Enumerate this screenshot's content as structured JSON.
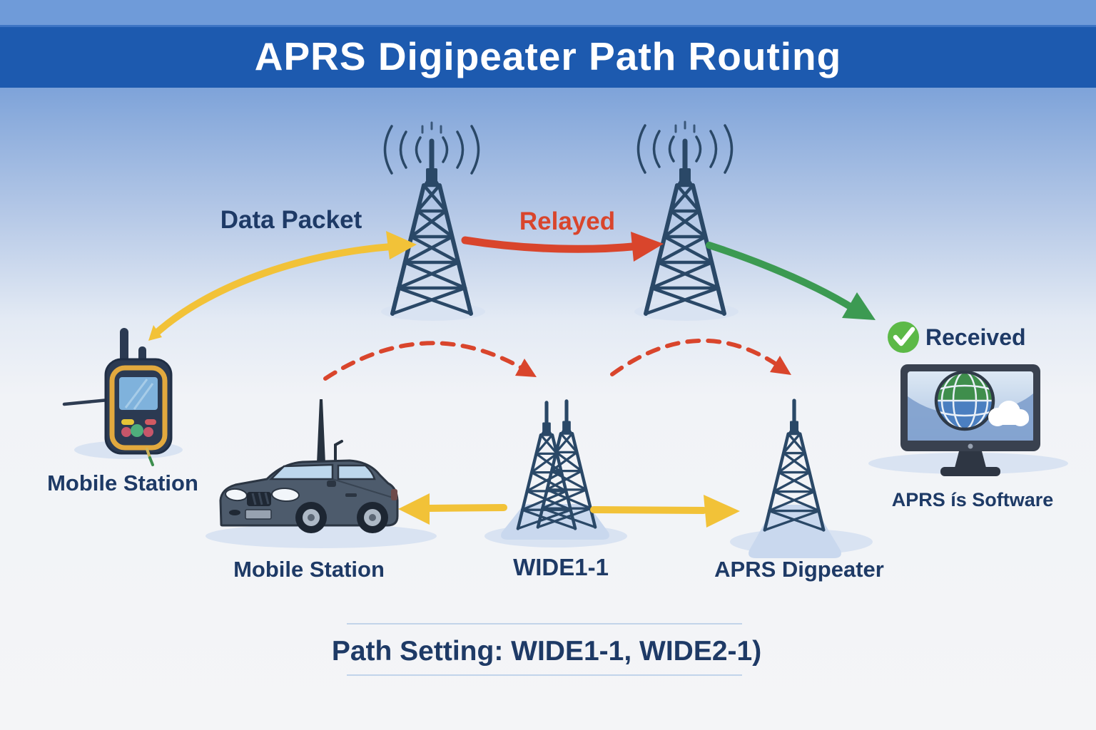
{
  "header": {
    "title": "APRS Digipeater Path Routing"
  },
  "flow": {
    "data_packet": "Data Packet",
    "relayed": "Relayed",
    "received": "Received"
  },
  "stations": {
    "handheld_label": "Mobile Station",
    "car_label": "Mobile Station",
    "wide_label": "WIDE1-1",
    "digipeater_label": "APRS Digpeater",
    "software_label": "APRS ís Software"
  },
  "footer": {
    "path_setting": "Path Setting: WIDE1-1, WIDE2-1)"
  },
  "icons": {
    "tower": "radio-tower-icon",
    "waves": "signal-waves-icon",
    "handheld": "handheld-radio-icon",
    "car": "car-icon",
    "monitor": "computer-monitor-icon",
    "globe": "globe-icon",
    "cloud": "cloud-icon",
    "check": "check-circle-icon"
  },
  "colors": {
    "navy": "#1e3a66",
    "tower": "#2a4867",
    "yellow": "#f2c238",
    "red": "#d9452c",
    "green": "#3c9a52",
    "check-green": "#5cb947",
    "header": "#1d5aaf",
    "strip": "#6f9bd9",
    "shadow": "#d9e3f2",
    "pad": "#c9d8ee"
  }
}
